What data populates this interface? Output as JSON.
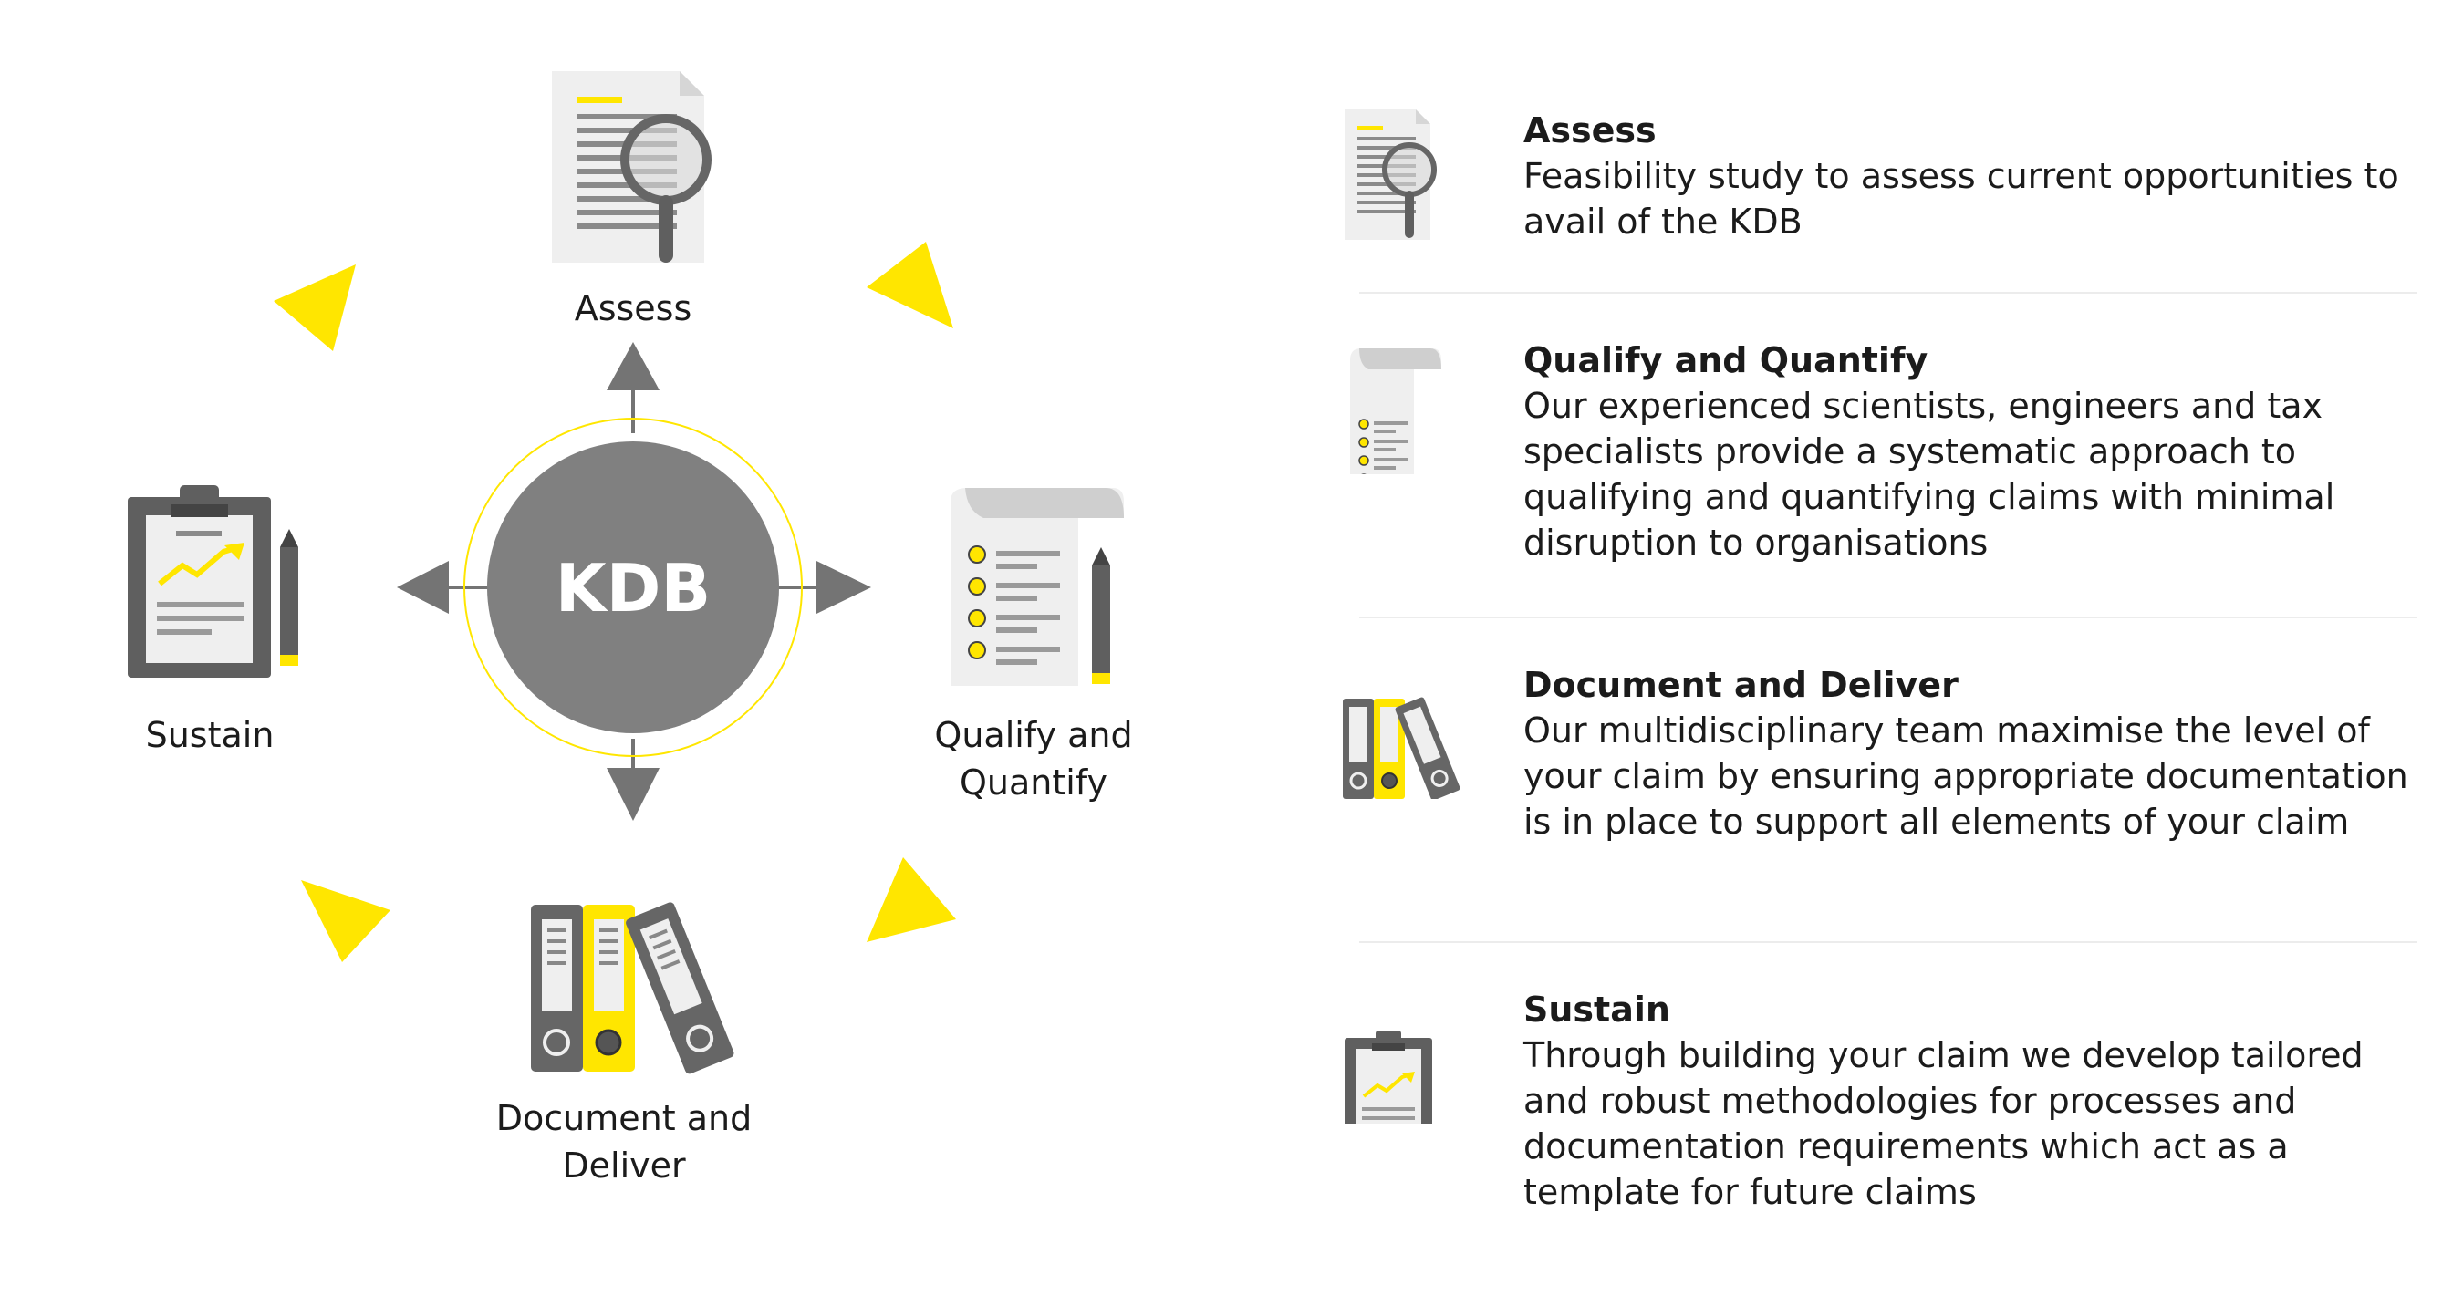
{
  "center": {
    "label": "KDB"
  },
  "cycle": {
    "assess": "Assess",
    "qualify": "Qualify and\nQuantify",
    "document": "Document and\nDeliver",
    "sustain": "Sustain"
  },
  "entries": [
    {
      "title": "Assess",
      "body": "Feasibility study to assess current  opportunities to avail of the KDB",
      "icon": "document-magnifier-icon"
    },
    {
      "title": "Qualify and Quantify",
      "body": "Our experienced scientists, engineers and tax specialists provide a systematic approach to qualifying and quantifying claims with minimal disruption to organisations",
      "icon": "checklist-pencil-icon"
    },
    {
      "title": "Document and Deliver",
      "body": "Our multidisciplinary team maximise the level of your claim by ensuring appropriate documentation is in place to support all elements of your claim",
      "icon": "binders-icon"
    },
    {
      "title": "Sustain",
      "body": "Through building your claim we develop tailored and robust methodologies for processes and documentation requirements which act as a template for future claims",
      "icon": "clipboard-chart-icon"
    }
  ],
  "colors": {
    "accent": "#ffe600",
    "dark": "#747480",
    "mid": "#c4c4cd",
    "light": "#f0f0f0"
  }
}
